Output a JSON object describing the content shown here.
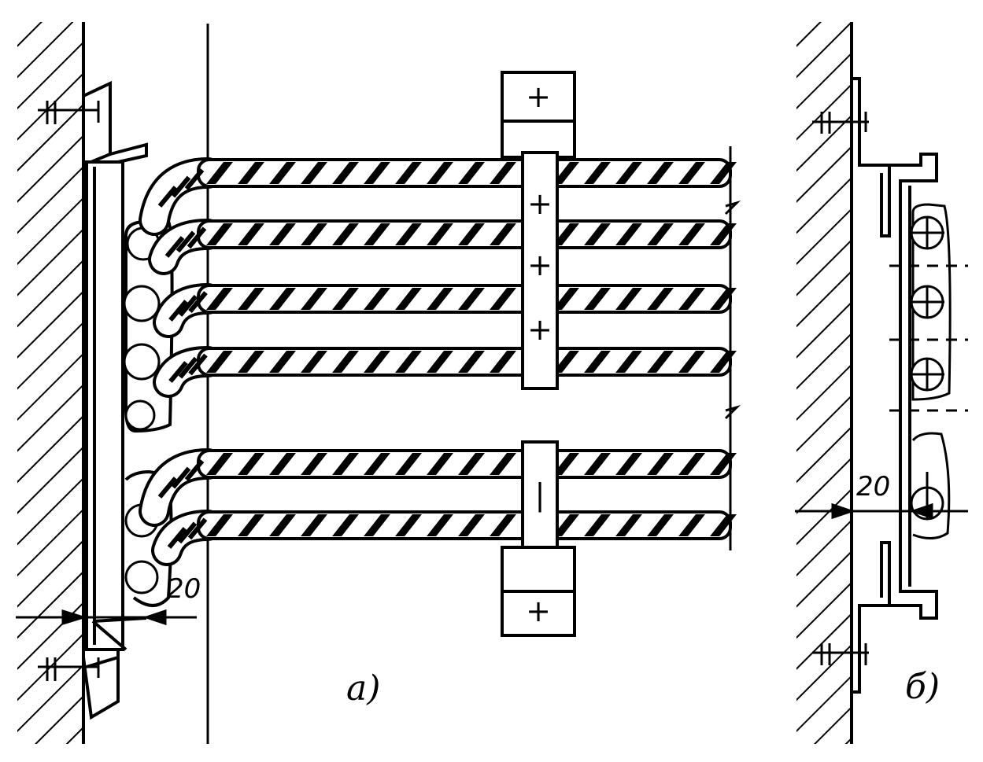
{
  "figure_a": {
    "caption": "a)",
    "dimension": "20",
    "upper_block": {
      "top_sign": "+",
      "clamp_signs": [
        "+",
        "+",
        "+"
      ],
      "bottom_sign": "+"
    },
    "lower_block": {
      "clamp_sign": "|"
    }
  },
  "figure_b": {
    "caption": "б)",
    "dimension": "20"
  }
}
